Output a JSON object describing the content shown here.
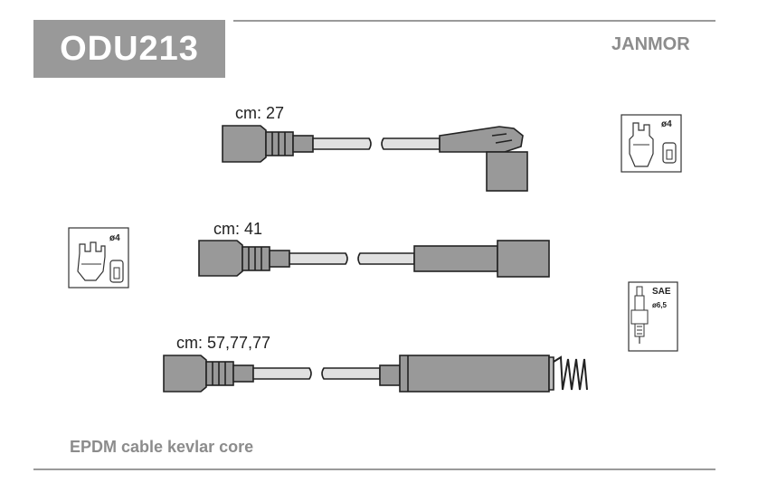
{
  "header": {
    "code": "ODU213",
    "brand": "JANMOR"
  },
  "cables": [
    {
      "length_label": "cm: 27"
    },
    {
      "length_label": "cm: 41"
    },
    {
      "length_label": "cm: 57,77,77"
    }
  ],
  "icons": {
    "distributor_cap_right": {
      "name": "distributor-cap-icon",
      "label": "ø4"
    },
    "distributor_cap_left": {
      "name": "distributor-cap-icon",
      "label": "ø4"
    },
    "spark_plug": {
      "name": "spark-plug-icon",
      "label_top": "SAE",
      "label_bottom": "ø6,5"
    }
  },
  "footer": {
    "note": "EPDM cable kevlar core"
  }
}
